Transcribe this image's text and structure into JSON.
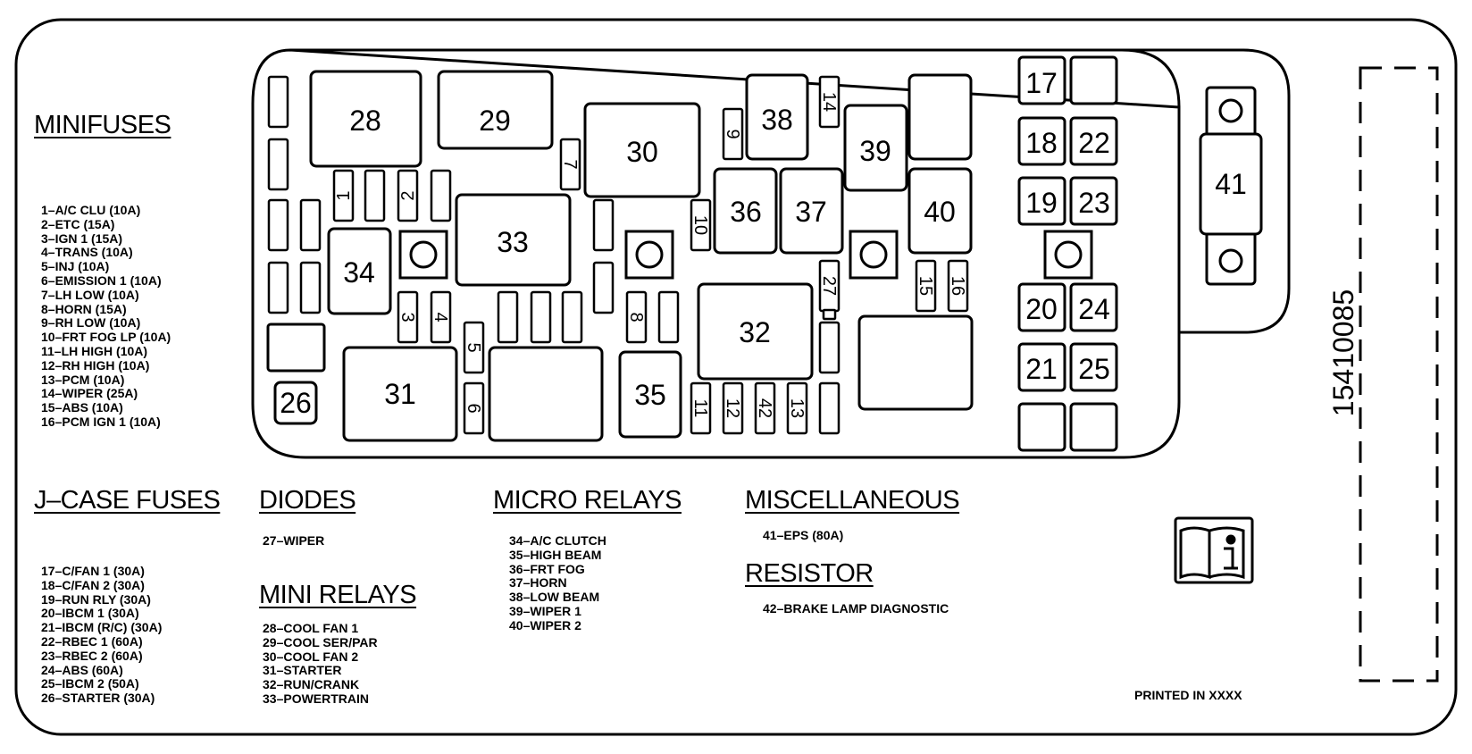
{
  "sections": {
    "minifuses": {
      "title": "MINIFUSES",
      "items": [
        "1–A/C CLU (10A)",
        "2–ETC (15A)",
        "3–IGN 1 (15A)",
        "4–TRANS (10A)",
        "5–INJ (10A)",
        "6–EMISSION 1 (10A)",
        "7–LH LOW (10A)",
        "8–HORN (15A)",
        "9–RH LOW (10A)",
        "10–FRT FOG LP (10A)",
        "11–LH HIGH (10A)",
        "12–RH HIGH (10A)",
        "13–PCM (10A)",
        "14–WIPER (25A)",
        "15–ABS (10A)",
        "16–PCM IGN 1 (10A)"
      ]
    },
    "jcase": {
      "title": "J–CASE FUSES",
      "items": [
        "17–C/FAN 1 (30A)",
        "18–C/FAN 2 (30A)",
        "19–RUN RLY (30A)",
        "20–IBCM 1 (30A)",
        "21–IBCM (R/C) (30A)",
        "22–RBEC 1 (60A)",
        "23–RBEC 2 (60A)",
        "24–ABS (60A)",
        "25–IBCM 2 (50A)",
        "26–STARTER (30A)"
      ]
    },
    "diodes": {
      "title": "DIODES",
      "items": [
        "27–WIPER"
      ]
    },
    "mini_relays": {
      "title": "MINI RELAYS",
      "items": [
        "28–COOL FAN 1",
        "29–COOL SER/PAR",
        "30–COOL FAN 2",
        "31–STARTER",
        "32–RUN/CRANK",
        "33–POWERTRAIN"
      ]
    },
    "micro_relays": {
      "title": "MICRO RELAYS",
      "items": [
        "34–A/C CLUTCH",
        "35–HIGH BEAM",
        "36–FRT FOG",
        "37–HORN",
        "38–LOW BEAM",
        "39–WIPER 1",
        "40–WIPER 2"
      ]
    },
    "misc": {
      "title": "MISCELLANEOUS",
      "items": [
        "41–EPS (80A)"
      ]
    },
    "resistor": {
      "title": "RESISTOR",
      "items": [
        "42–BRAKE LAMP DIAGNOSTIC"
      ]
    }
  },
  "part_number": "15410085",
  "printed": "PRINTED IN XXXX",
  "info_icon": "manual-info-icon",
  "box_labels": {
    "l28": "28",
    "l29": "29",
    "l30": "30",
    "l31": "31",
    "l32": "32",
    "l33": "33",
    "l34": "34",
    "l35": "35",
    "l36": "36",
    "l37": "37",
    "l38": "38",
    "l39": "39",
    "l40": "40",
    "l41": "41",
    "l26": "26",
    "l17": "17",
    "l18": "18",
    "l19": "19",
    "l20": "20",
    "l21": "21",
    "l22": "22",
    "l23": "23",
    "l24": "24",
    "l25": "25",
    "f1": "1",
    "f2": "2",
    "f3": "3",
    "f4": "4",
    "f5": "5",
    "f6": "6",
    "f7": "7",
    "f8": "8",
    "f9": "9",
    "f10": "10",
    "f11": "11",
    "f12": "12",
    "f13": "13",
    "f14": "14",
    "f15": "15",
    "f16": "16",
    "f27": "27",
    "f42": "42"
  }
}
